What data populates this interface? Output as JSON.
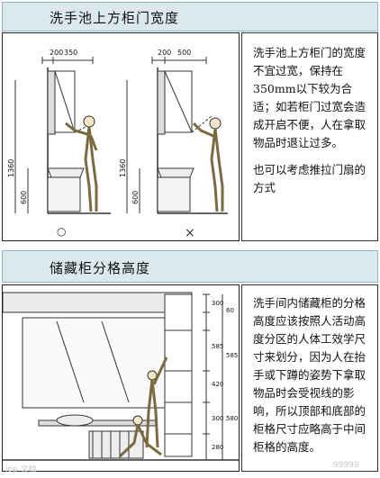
{
  "section1": {
    "title": "洗手池上方柜门宽度",
    "dims_left": [
      "200",
      "350"
    ],
    "dims_right": [
      "200",
      "500"
    ],
    "heights_left": [
      "1360",
      "600"
    ],
    "heights_right": [
      "1360",
      "600"
    ],
    "mark_ok": "○",
    "mark_bad": "×",
    "para1": "洗手池上方柜门的宽度不宜过宽，保持在350mm以下较为合适；如若柜门过宽会造成开启不便，人在拿取物品时退让过多。",
    "para2": "也可以考虑推拉门扇的方式"
  },
  "section2": {
    "title": "储藏柜分格高度",
    "dims_vertical": [
      "300",
      "60",
      "585",
      "420",
      "585",
      "300",
      "580",
      "280"
    ],
    "para": "洗手间内储藏柜的分格高度应该按照人活动高度分区的人体工效学尺寸来划分，因为人在抬手或下蹲的姿势下拿取物品时会受视线的影响，所以顶部和底部的柜格尺寸应略高于中间柜格的高度。"
  },
  "watermark_left": "iop 文档",
  "watermark_right": "99999"
}
